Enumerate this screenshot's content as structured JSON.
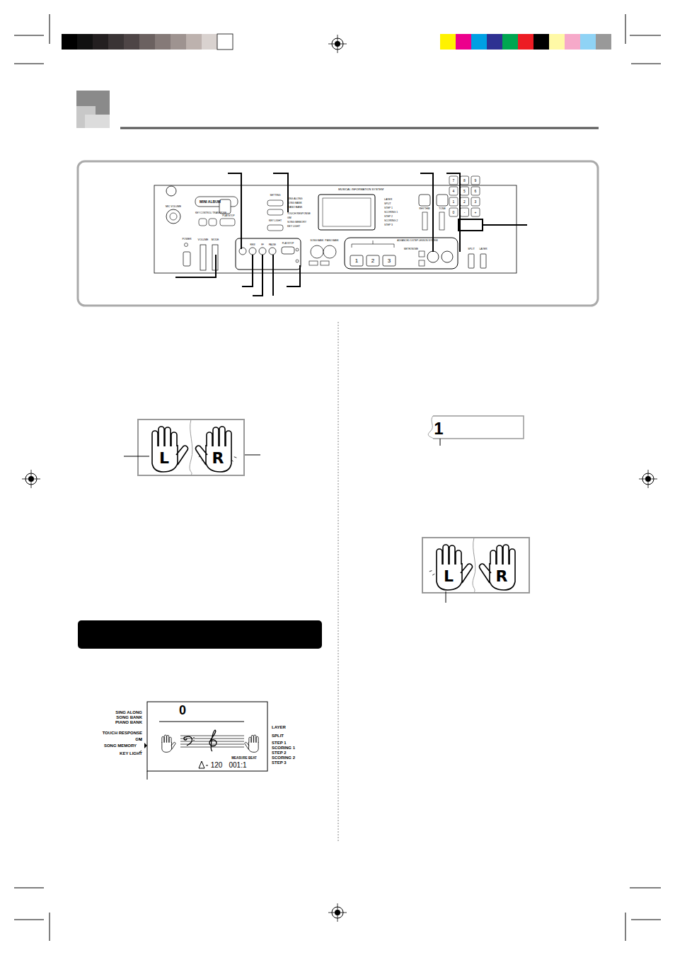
{
  "diagram": {
    "nodes": [
      {
        "text": [
          "L"
        ]
      },
      {
        "text": [
          "R"
        ]
      },
      {
        "text": [
          "L"
        ]
      },
      {
        "text": [
          "R"
        ]
      }
    ],
    "labels": [
      "MIC VOLUME",
      "MINI ALBUM",
      "KEY CONTROL/ TRANSPOSE",
      "PLAY/STOP",
      "SETTING",
      "KEY LIGHT",
      "SING ALONG",
      "SONG BANK",
      "PIANO BANK",
      "TOUCH RESPONSE",
      "GM",
      "SONG MEMORY",
      "KEY LIGHT",
      "LAYER",
      "SPLIT",
      "STEP 1",
      "SCORING 1",
      "STEP 2",
      "SCORING 2",
      "STEP 3",
      "MUSICAL INFORMATION SYSTEM",
      "RHYTHM",
      "TONE",
      "7",
      "8",
      "9",
      "4",
      "5",
      "6",
      "1",
      "2",
      "3",
      "0",
      "-",
      "+",
      "POWER",
      "VOLUME",
      "MODE",
      "REW",
      "FF",
      "PAUSE",
      "PLAY/STOP",
      "SONG BANK",
      "PIANO BANK",
      "ADVANCED 3-STEP LESSON SYSTEM",
      "METRONOME",
      "1",
      "2",
      "3",
      "SPLIT",
      "LAYER",
      "1",
      "0",
      "SING ALONG",
      "SONG BANK",
      "PIANO BANK",
      "TOUCH RESPONSE",
      "GM",
      "SONG MEMORY",
      "KEY LIGHT",
      "LAYER",
      "SPLIT",
      "STEP 1",
      "SCORING 1",
      "STEP 2",
      "SCORING 2",
      "STEP 3",
      "120",
      "001:1",
      "MEASURE BEAT"
    ]
  }
}
